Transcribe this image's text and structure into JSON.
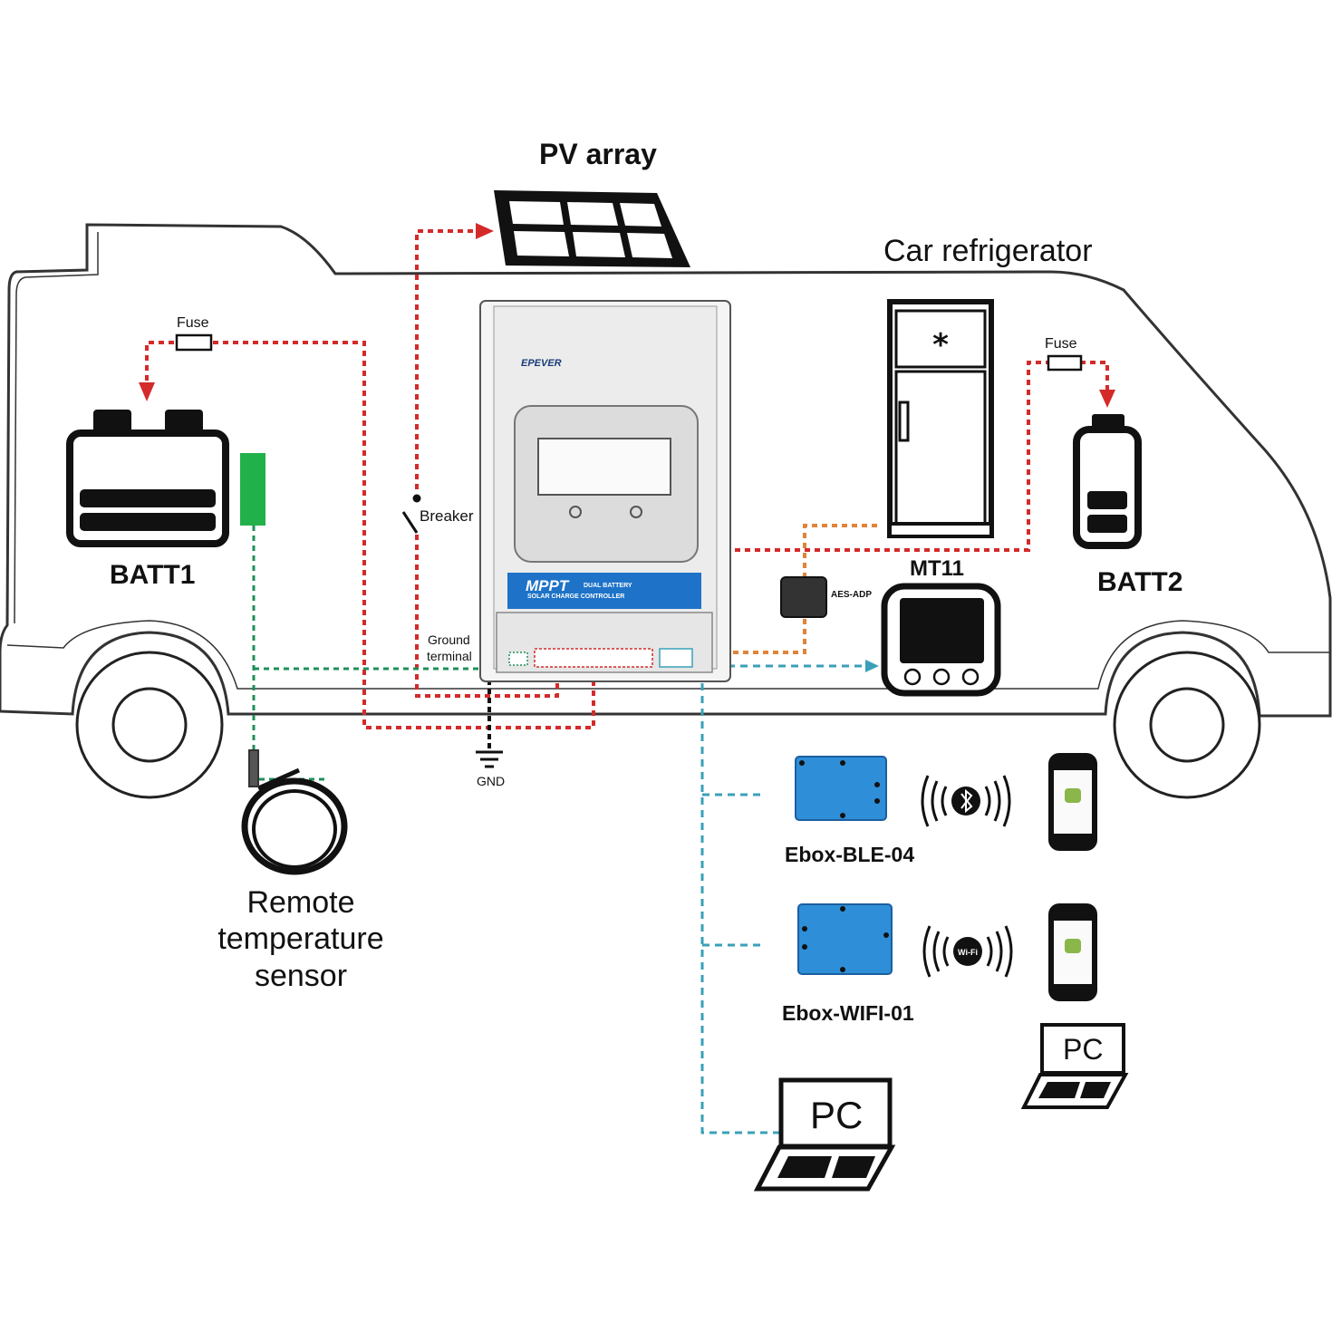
{
  "labels": {
    "pv_array": "PV array",
    "car_refrigerator": "Car refrigerator",
    "fuse_left": "Fuse",
    "fuse_right": "Fuse",
    "batt1": "BATT1",
    "batt2": "BATT2",
    "breaker": "Breaker",
    "ground_terminal_line1": "Ground",
    "ground_terminal_line2": "terminal",
    "gnd": "GND",
    "mt11": "MT11",
    "aes_adp": "AES-ADP",
    "remote_sensor_line1": "Remote",
    "remote_sensor_line2": "temperature",
    "remote_sensor_line3": "sensor",
    "ebox_ble": "Ebox-BLE-04",
    "ebox_wifi": "Ebox-WIFI-01",
    "pc_small": "PC",
    "pc_large": "PC"
  },
  "controller": {
    "brand": "EPEVER",
    "model_line1": "MPPT",
    "model_line2": "DUAL BATTERY",
    "model_line3": "SOLAR CHARGE CONTROLLER"
  },
  "colors": {
    "power_line": "#d42a2a",
    "sensor_line": "#1f8f5a",
    "comm_line": "#3aa0b8",
    "battery_sensor": "#22b04a",
    "device_blue": "#2e8fd8",
    "controller_band": "#1e73c8",
    "outline": "#111111"
  },
  "icons": [
    "solar-panel-icon",
    "battery-icon",
    "fridge-icon",
    "bluetooth-icon",
    "wifi-icon",
    "smartphone-icon",
    "laptop-icon",
    "ground-icon",
    "breaker-icon",
    "fuse-icon",
    "temperature-sensor-icon"
  ]
}
